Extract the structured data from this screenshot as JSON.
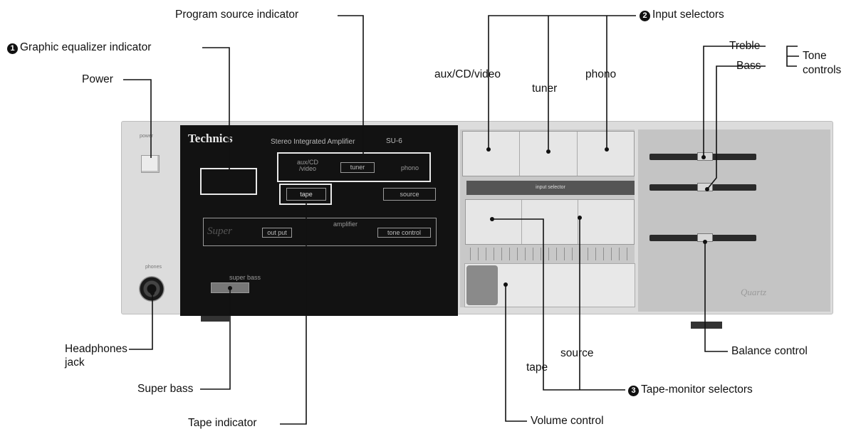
{
  "callouts": {
    "graphic_eq": {
      "number": "1",
      "text": "Graphic equalizer indicator"
    },
    "program_source": "Program source indicator",
    "input_selectors": {
      "number": "2",
      "text": "Input selectors"
    },
    "power": "Power",
    "aux": "aux/CD/video",
    "tuner": "tuner",
    "phono": "phono",
    "treble": "Treble",
    "bass": "Bass",
    "tone_controls_line1": "Tone",
    "tone_controls_line2": "controls",
    "headphones_line1": "Headphones",
    "headphones_line2": "jack",
    "super_bass": "Super bass",
    "tape_indicator": "Tape indicator",
    "tape": "tape",
    "source": "source",
    "tape_monitor": {
      "number": "3",
      "text": "Tape-monitor selectors"
    },
    "volume": "Volume control",
    "balance": "Balance control"
  },
  "panel": {
    "brand": "Technics",
    "model": "Stereo Integrated Amplifier",
    "model_code": "SU-6",
    "aux_box": "aux/CD /video",
    "tuner_box": "tuner",
    "phono_box": "phono",
    "tape_box": "tape",
    "source_box": "source",
    "super_script": "Super",
    "output_box": "out put",
    "amplifier_text": "amplifier",
    "tone_box": "tone control",
    "super_bass_panel": "super bass",
    "phones_panel": "phones",
    "power_panel": "power",
    "input_selector_strip": "input selector",
    "quartz": "Quartz"
  }
}
